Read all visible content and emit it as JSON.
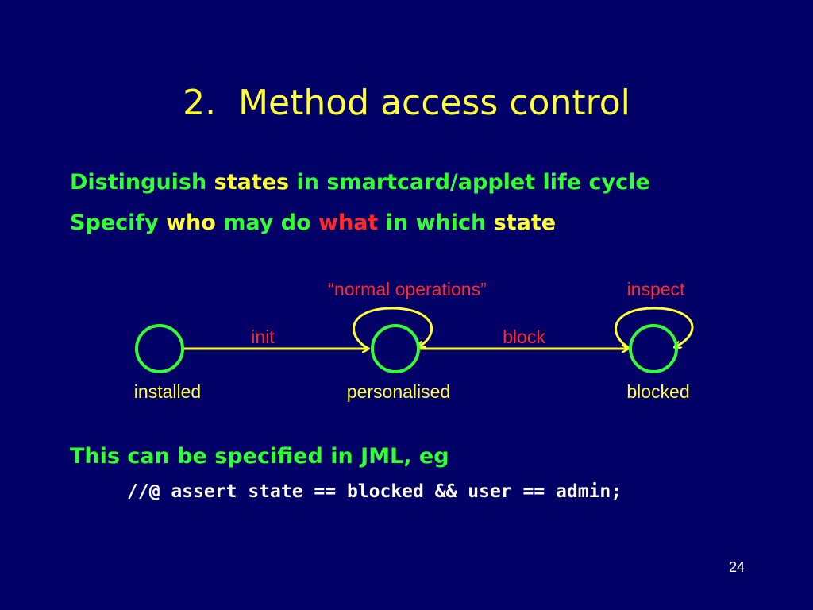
{
  "slide": {
    "title": "2.  Method access control",
    "bullets": [
      {
        "parts": [
          {
            "text": "Distinguish ",
            "color": "#33ff33"
          },
          {
            "text": "states",
            "color": "#ffff33"
          },
          {
            "text": " in smartcard/applet life cycle",
            "color": "#33ff33"
          }
        ]
      },
      {
        "parts": [
          {
            "text": "Specify ",
            "color": "#33ff33"
          },
          {
            "text": "who",
            "color": "#ffff33"
          },
          {
            "text": " may do ",
            "color": "#33ff33"
          },
          {
            "text": "what",
            "color": "#ff2a2a"
          },
          {
            "text": " in which ",
            "color": "#33ff33"
          },
          {
            "text": "state",
            "color": "#ffff33"
          }
        ]
      }
    ],
    "jml_intro": "This can be specified in JML, eg",
    "code": "//@ assert state == blocked && user == admin;",
    "page_number": "24"
  },
  "diagram": {
    "states": [
      {
        "id": "installed",
        "label": "installed"
      },
      {
        "id": "personalised",
        "label": "personalised"
      },
      {
        "id": "blocked",
        "label": "blocked"
      }
    ],
    "transitions": [
      {
        "from": "installed",
        "to": "personalised",
        "label": "init"
      },
      {
        "from": "personalised",
        "to": "blocked",
        "label": "block"
      },
      {
        "from": "personalised",
        "to": "personalised",
        "label": "“normal operations”"
      },
      {
        "from": "blocked",
        "to": "blocked",
        "label": "inspect"
      }
    ],
    "colors": {
      "state_stroke": "#33ff33",
      "arrow": "#ffff33",
      "transition_label": "#ff2a2a",
      "state_label": "#ffff33"
    }
  }
}
